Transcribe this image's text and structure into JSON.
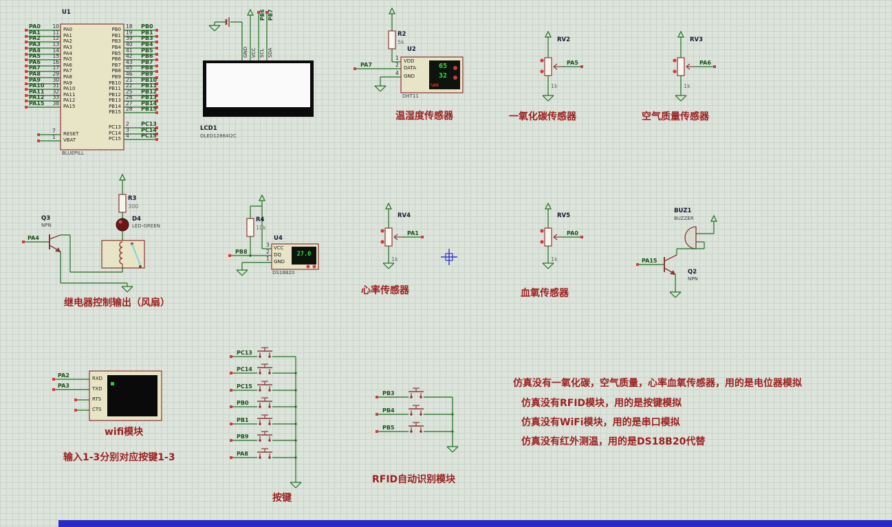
{
  "colors": {
    "background": "#dde4dc",
    "grid": "#c9d4c9",
    "wire": "#1e6e1e",
    "outline": "#8b3535",
    "body": "#e8e4c6",
    "resistor_fill": "#f6f6ef",
    "pin_end": "#d23b3b",
    "net_text": "#1a4f1a",
    "display_bg": "#0d140d",
    "display_text": "#35e035",
    "display_red": "#e03030",
    "chinese": "#9c1f1f",
    "cursor": "#3434cc",
    "bottom_bar": "#2a2ac8",
    "blade": "#7fd4e8",
    "led": "#6e1515"
  },
  "u1": {
    "ref": "U1",
    "model": "BLUEPILL",
    "left_pins": [
      {
        "label": "PA0",
        "num": "10"
      },
      {
        "label": "PA1",
        "num": "11"
      },
      {
        "label": "PA2",
        "num": "12"
      },
      {
        "label": "PA3",
        "num": "13"
      },
      {
        "label": "PA4",
        "num": "14"
      },
      {
        "label": "PA5",
        "num": "15"
      },
      {
        "label": "PA6",
        "num": "16"
      },
      {
        "label": "PA7",
        "num": "17"
      },
      {
        "label": "PA8",
        "num": "29"
      },
      {
        "label": "PA9",
        "num": "30"
      },
      {
        "label": "PA10",
        "num": "31"
      },
      {
        "label": "PA11",
        "num": "32"
      },
      {
        "label": "PA12",
        "num": "33"
      },
      {
        "label": "PA15",
        "num": "38"
      }
    ],
    "right_pins": [
      {
        "label": "PB0",
        "num": "18"
      },
      {
        "label": "PB1",
        "num": "19"
      },
      {
        "label": "PB3",
        "num": "39"
      },
      {
        "label": "PB4",
        "num": "40"
      },
      {
        "label": "PB5",
        "num": "41"
      },
      {
        "label": "PB6",
        "num": "42"
      },
      {
        "label": "PB7",
        "num": "43"
      },
      {
        "label": "PB8",
        "num": "45"
      },
      {
        "label": "PB9",
        "num": "46"
      },
      {
        "label": "PB10",
        "num": "21"
      },
      {
        "label": "PB11",
        "num": "22"
      },
      {
        "label": "PB12",
        "num": "25"
      },
      {
        "label": "PB13",
        "num": "26"
      },
      {
        "label": "PB14",
        "num": "27"
      },
      {
        "label": "PB15",
        "num": "28"
      }
    ],
    "pc_pins": [
      {
        "label": "PC13",
        "num": "2"
      },
      {
        "label": "PC14",
        "num": "3"
      },
      {
        "label": "PC15",
        "num": "4"
      }
    ],
    "bottom_pins": [
      {
        "label": "RESET",
        "num": "7"
      },
      {
        "label": "VBAT",
        "num": "1"
      }
    ]
  },
  "lcd": {
    "ref": "LCD1",
    "model": "OLED12864I2C",
    "pins": [
      "GND",
      "VCC",
      "SCL",
      "SDA"
    ],
    "top_nets": [
      "PB6",
      "PB7"
    ]
  },
  "dht": {
    "ref": "U2",
    "model": "DHT11",
    "title": "温湿度传感器",
    "net": "PA7",
    "r_ref": "R2",
    "r_value": "5k",
    "pins": [
      {
        "label": "VDD",
        "num": "1"
      },
      {
        "label": "DATA",
        "num": "2"
      },
      {
        "label": "GND",
        "num": "4"
      }
    ],
    "display": {
      "line1": "65",
      "line2": "32",
      "unit": "%RH"
    }
  },
  "pots": [
    {
      "ref": "RV2",
      "value": "1k",
      "net": "PA5",
      "title": "一氧化碳传感器"
    },
    {
      "ref": "RV3",
      "value": "1k",
      "net": "PA6",
      "title": "空气质量传感器"
    },
    {
      "ref": "RV4",
      "value": "1k",
      "net": "PA1",
      "title": "心率传感器"
    },
    {
      "ref": "RV5",
      "value": "1k",
      "net": "PA0",
      "title": "血氧传感器"
    }
  ],
  "relay": {
    "q_ref": "Q3",
    "q_type": "NPN",
    "net": "PA4",
    "r_ref": "R3",
    "r_value": "300",
    "d_ref": "D4",
    "d_model": "LED-GREEN",
    "title": "继电器控制输出（风扇）"
  },
  "ds18b20": {
    "ref": "U4",
    "model": "DS18B20",
    "r_ref": "R4",
    "r_value": "10k",
    "net": "PB8",
    "pins": [
      {
        "label": "VCC",
        "num": "3"
      },
      {
        "label": "DQ",
        "num": "2"
      },
      {
        "label": "GND",
        "num": "1"
      }
    ],
    "display": "27.0"
  },
  "buzzer": {
    "ref": "BUZ1",
    "model": "BUZZER",
    "q_ref": "Q2",
    "q_type": "NPN",
    "net": "PA15"
  },
  "wifi": {
    "pins": [
      "RXD",
      "TXD",
      "RTS",
      "CTS"
    ],
    "nets": [
      "PA2",
      "PA3"
    ],
    "title": "wifi模块",
    "note": "输入1-3分别对应按键1-3"
  },
  "keys": {
    "title": "按键",
    "nets": [
      "PC13",
      "PC14",
      "PC15",
      "PB0",
      "PB1",
      "PB9",
      "PA8"
    ]
  },
  "rfid": {
    "title": "RFID自动识别模块",
    "nets": [
      "PB3",
      "PB4",
      "PB5"
    ]
  },
  "notes": [
    "仿真没有一氧化碳，空气质量，心率血氧传感器，用的是电位器模拟",
    "仿真没有RFID模块，用的是按键模拟",
    "仿真没有WiFi模块，用的是串口模拟",
    "仿真没有红外测温，用的是DS18B20代替"
  ]
}
